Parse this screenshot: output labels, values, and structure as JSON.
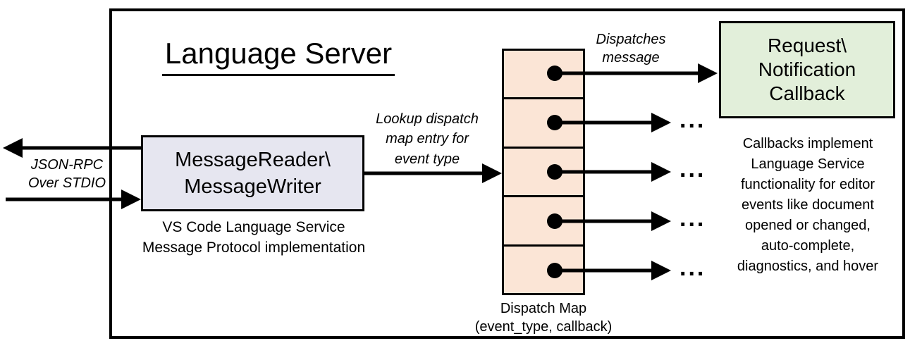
{
  "diagram": {
    "title": "Language Server",
    "reader_box": {
      "line1": "MessageReader\\",
      "line2": "MessageWriter"
    },
    "reader_caption": {
      "line1": "VS Code Language Service",
      "line2": "Message Protocol implementation"
    },
    "stdio_label": {
      "line1": "JSON-RPC",
      "line2": "Over STDIO"
    },
    "lookup_label": {
      "line1": "Lookup dispatch",
      "line2": "map entry for",
      "line3": "event type"
    },
    "dispatches_label": {
      "line1": "Dispatches",
      "line2": "message"
    },
    "callback_box": {
      "line1": "Request\\",
      "line2": "Notification",
      "line3": "Callback"
    },
    "dispatch_map_label": {
      "line1": "Dispatch Map",
      "line2": "(event_type, callback)"
    },
    "callbacks_note": {
      "lines": [
        "Callbacks implement",
        "Language Service",
        "functionality for editor",
        "events like document",
        "opened or changed,",
        "auto-complete,",
        "diagnostics, and hover"
      ]
    },
    "ellipsis": "...",
    "colors": {
      "reader_fill": "#E6E6F0",
      "dispatch_map_fill": "#FBE5D6",
      "callback_fill": "#E2EFDA",
      "line": "#000000",
      "background": "#FFFFFF"
    }
  }
}
